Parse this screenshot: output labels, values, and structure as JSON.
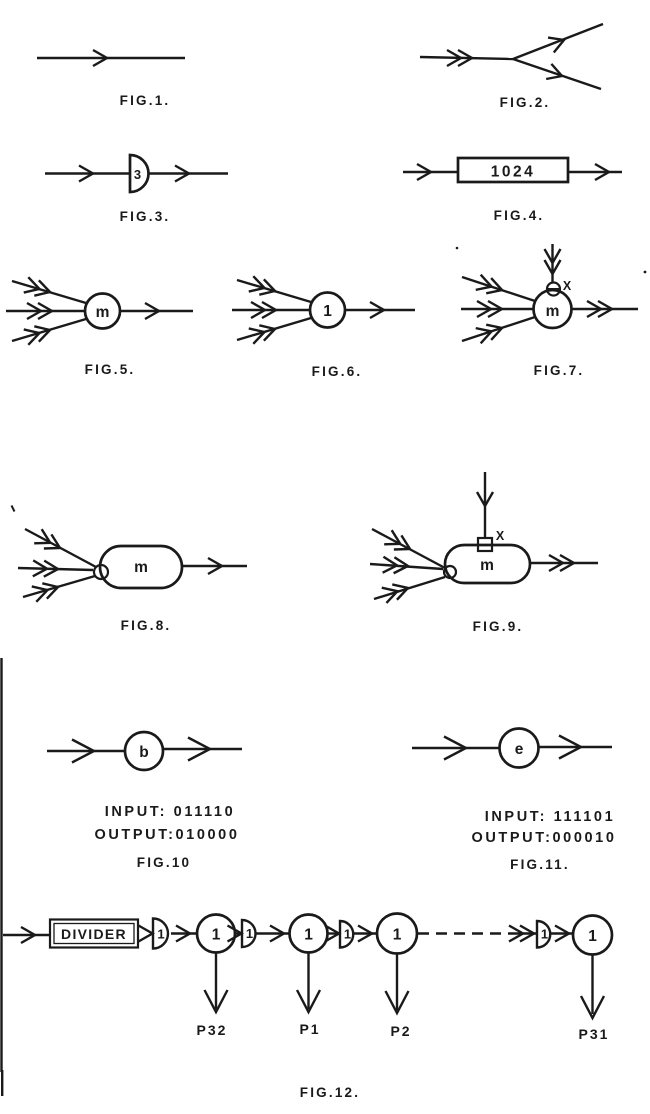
{
  "page": {
    "paper_color": "#ffffff",
    "ink_color": "#1a1a1a"
  },
  "figures": {
    "fig1": {
      "caption": "FIG.1."
    },
    "fig2": {
      "caption": "FIG.2."
    },
    "fig3": {
      "caption": "FIG.3.",
      "delay_label": "3"
    },
    "fig4": {
      "caption": "FIG.4.",
      "box_label": "1024"
    },
    "fig5": {
      "caption": "FIG.5.",
      "node_label": "m"
    },
    "fig6": {
      "caption": "FIG.6.",
      "node_label": "1"
    },
    "fig7": {
      "caption": "FIG.7.",
      "node_label": "m",
      "tap_label": "X"
    },
    "fig8": {
      "caption": "FIG.8.",
      "node_label": "m"
    },
    "fig9": {
      "caption": "FIG.9.",
      "node_label": "m",
      "tap_label": "X"
    },
    "fig10": {
      "caption": "FIG.10",
      "node_label": "b",
      "input_text": "INPUT: 011110",
      "output_text": "OUTPUT:010000"
    },
    "fig11": {
      "caption": "FIG.11.",
      "node_label": "e",
      "input_text": "INPUT: 111101",
      "output_text": "OUTPUT:000010"
    },
    "fig12": {
      "caption": "FIG.12.",
      "divider_label": "DIVIDER",
      "delay_labels": [
        "1",
        "1",
        "1",
        "1"
      ],
      "stage_labels": [
        "1",
        "1",
        "1",
        "1"
      ],
      "output_labels": [
        "P32",
        "P1",
        "P2",
        "P31"
      ]
    }
  }
}
